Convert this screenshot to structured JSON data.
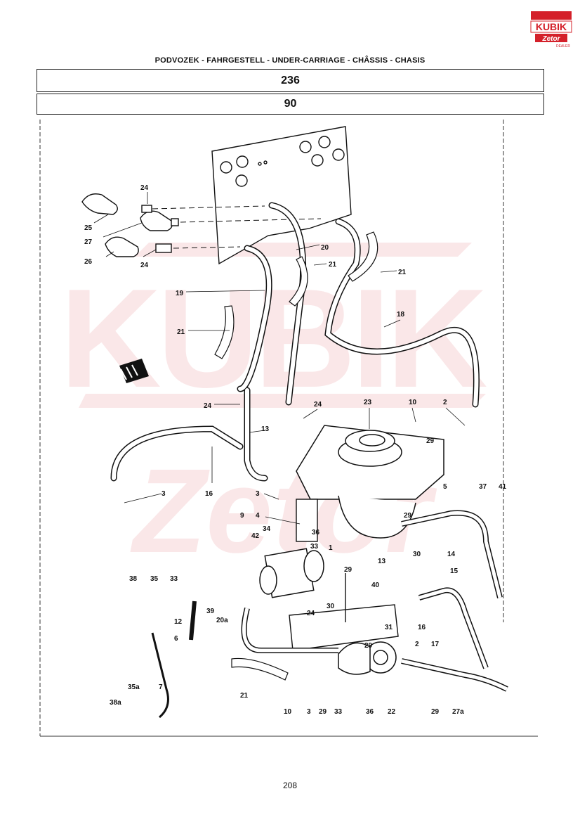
{
  "header": {
    "title": "PODVOZEK - FAHRGESTELL - UNDER-CARRIAGE - CHÂSSIS - CHASIS",
    "group_number": "236",
    "section_number": "90"
  },
  "logo": {
    "brand": "KUBIK",
    "sub_brand": "Zetor",
    "tag": "DEALER",
    "color": "#d4202a"
  },
  "watermark": {
    "brand": "KUBIK",
    "sub_brand": "Zetor"
  },
  "callouts": {
    "c24a": "24",
    "c25": "25",
    "c27": "27",
    "c26": "26",
    "c24b": "24",
    "c20": "20",
    "c21a": "21",
    "c21b": "21",
    "c19": "19",
    "c21c": "21",
    "c18": "18",
    "c24c": "24",
    "c24d": "24",
    "c23": "23",
    "c10a": "10",
    "c2a": "2",
    "c29a": "29",
    "c13a": "13",
    "c3a": "3",
    "c16a": "16",
    "c3b": "3",
    "c4": "4",
    "c36a": "36",
    "c9": "9",
    "c42": "42",
    "c34": "34",
    "c33a": "33",
    "c1": "1",
    "c29b": "29",
    "c14": "14",
    "c30a": "30",
    "c5": "5",
    "c37": "37",
    "c41": "41",
    "c13b": "13",
    "c29c": "29",
    "c40": "40",
    "c15": "15",
    "c38": "38",
    "c35": "35",
    "c33b": "33",
    "c12": "12",
    "c39": "39",
    "c20a": "20a",
    "c6": "6",
    "c30b": "30",
    "c24e": "24",
    "c31": "31",
    "c16b": "16",
    "c29d": "29",
    "c2b": "2",
    "c17": "17",
    "c21d": "21",
    "c35a": "35a",
    "c7": "7",
    "c38a": "38a",
    "c10b": "10",
    "c3c": "3",
    "c29e": "29",
    "c33c": "33",
    "c36b": "36",
    "c22": "22",
    "c29f": "29",
    "c27a": "27a"
  },
  "footer": {
    "page_number": "208"
  }
}
